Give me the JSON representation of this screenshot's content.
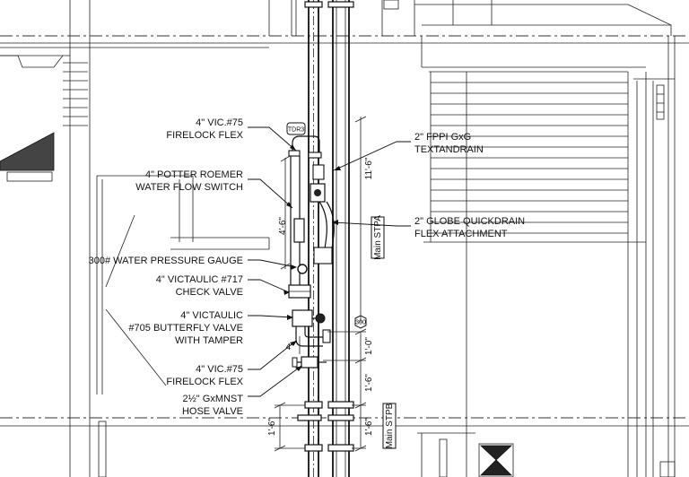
{
  "labels": {
    "vic75_top": [
      "4\" VIC.#75",
      "FIRELOCK FLEX"
    ],
    "fppi": [
      "2\" FPPI GxG",
      "TEXTANDRAIN"
    ],
    "potter": [
      "4\" POTTER ROEMER",
      "WATER FLOW SWITCH"
    ],
    "globe": [
      "2\" GLOBE QUICKDRAIN",
      "FLEX ATTACHMENT"
    ],
    "gauge": [
      "300# WATER PRESSURE GAUGE"
    ],
    "check": [
      "4\" VICTAULIC #717",
      "CHECK VALVE"
    ],
    "butterfly": [
      "4\" VICTAULIC",
      "#705 BUTTERFLY VALVE",
      "WITH TAMPER"
    ],
    "vic75_bottom": [
      "4\" VIC.#75",
      "FIRELOCK FLEX"
    ],
    "hose": [
      "2½\" GxMNST",
      "HOSE VALVE"
    ]
  },
  "dimensions": {
    "d_11_6": "11'-6\"",
    "d_4_6": "4'-6\"",
    "d_4": "4\"",
    "d_1_0": "1'-0\"",
    "d_1_6_a": "1'-6\"",
    "d_1_6_b": "1'-6\"",
    "d_1_6_c": "1'-6\""
  },
  "tags": {
    "tdr": "TDR3",
    "p300": "300",
    "stpa": "Main STPA",
    "stpb": "Main STPB"
  },
  "colors": {
    "line": "#111111",
    "background": "#ffffff"
  }
}
